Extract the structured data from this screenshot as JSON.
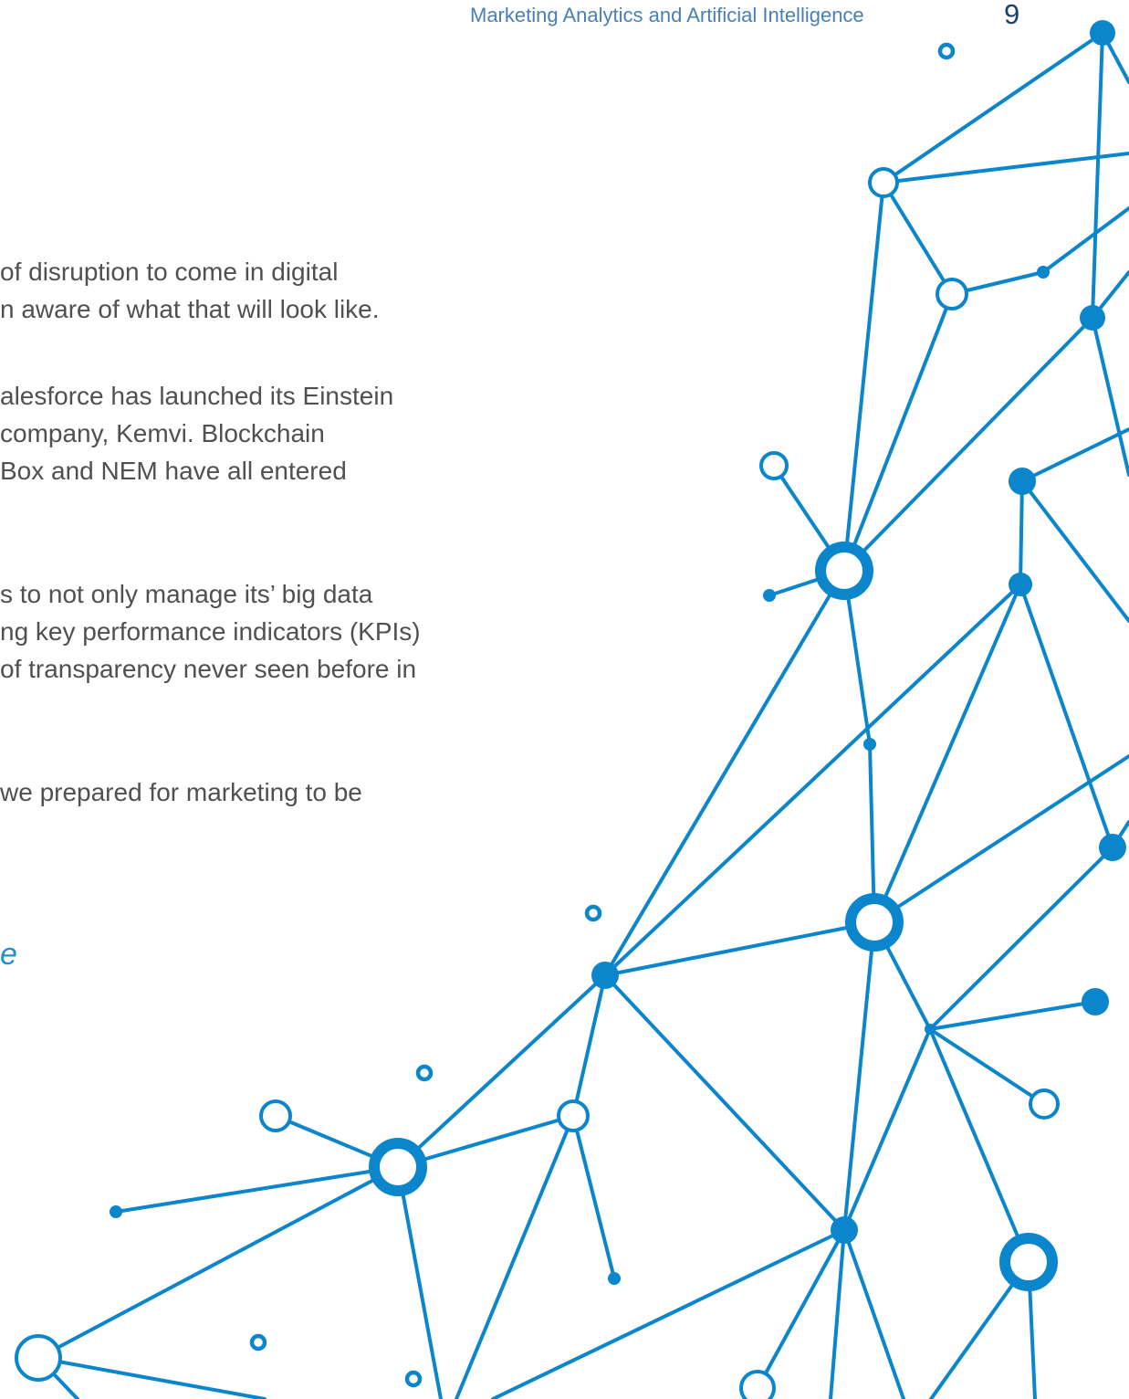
{
  "header": {
    "title": "Marketing Analytics and Artificial Intelligence",
    "page_number": "9"
  },
  "body": {
    "paragraph_1": [
      " of disruption to come in digital",
      "n aware of what that will look like."
    ],
    "paragraph_2": [
      "alesforce has launched its Einstein",
      " company, Kemvi. Blockchain",
      "Box and NEM have all entered"
    ],
    "paragraph_3": [
      "s to not only manage its’ big data",
      "ng key performance indicators (KPIs)",
      "of transparency never seen before in"
    ],
    "paragraph_4": [
      " we prepared for marketing to be"
    ],
    "quote_fragment": "e"
  },
  "decoration": {
    "name": "network-graphic",
    "color": "#0b85cc"
  }
}
